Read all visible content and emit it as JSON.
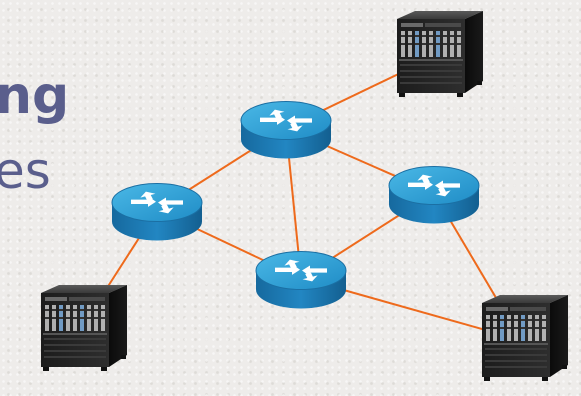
{
  "text": {
    "heading_fragment": "ng",
    "subheading_fragment": "es"
  },
  "nodes": [
    {
      "id": "router-top",
      "type": "router"
    },
    {
      "id": "router-left",
      "type": "router"
    },
    {
      "id": "router-right",
      "type": "router"
    },
    {
      "id": "router-center",
      "type": "router"
    },
    {
      "id": "server-top-right",
      "type": "server"
    },
    {
      "id": "server-bottom-left",
      "type": "server"
    },
    {
      "id": "server-bottom-right",
      "type": "server"
    }
  ],
  "links": [
    [
      "server-top-right",
      "router-top"
    ],
    [
      "router-top",
      "router-left"
    ],
    [
      "router-top",
      "router-right"
    ],
    [
      "router-top",
      "router-center"
    ],
    [
      "router-left",
      "router-center"
    ],
    [
      "router-right",
      "router-center"
    ],
    [
      "router-left",
      "server-bottom-left"
    ],
    [
      "router-right",
      "server-bottom-right"
    ],
    [
      "router-center",
      "server-bottom-right"
    ]
  ],
  "colors": {
    "link": "#ee6a1c",
    "router_top": "#2ea2d6",
    "router_side": "#1a78b0",
    "text": "#5a5e8c"
  }
}
